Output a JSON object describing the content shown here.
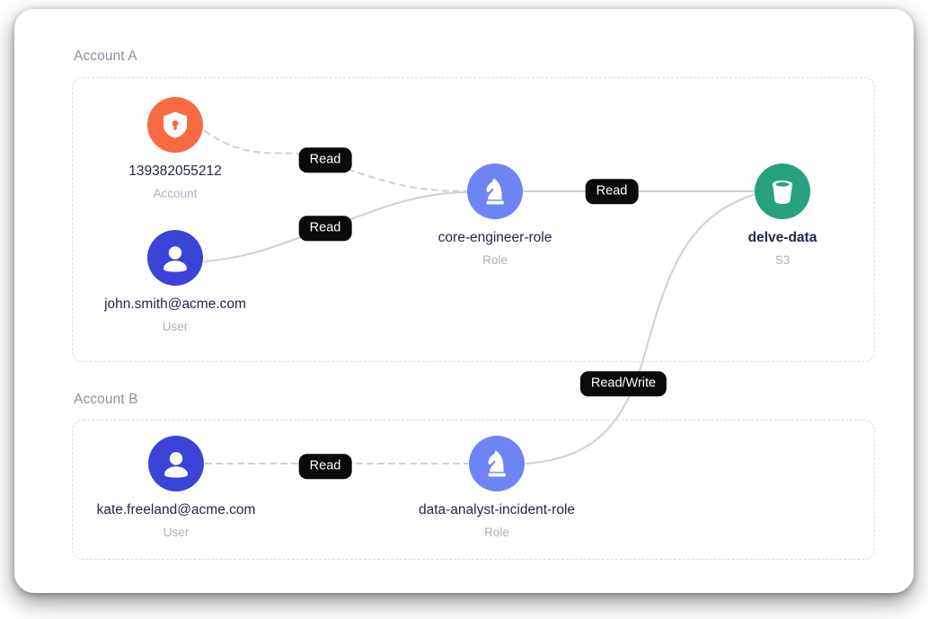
{
  "diagram": {
    "groups": [
      {
        "id": "account-a",
        "title": "Account A"
      },
      {
        "id": "account-b",
        "title": "Account B"
      }
    ],
    "nodes": [
      {
        "id": "account",
        "label": "139382055212",
        "sublabel": "Account",
        "icon": "shield-lock-icon",
        "color": "#f96a42"
      },
      {
        "id": "user-john",
        "label": "john.smith@acme.com",
        "sublabel": "User",
        "icon": "user-icon",
        "color": "#3c43d8"
      },
      {
        "id": "role-core-engineer",
        "label": "core-engineer-role",
        "sublabel": "Role",
        "icon": "knight-chess-icon",
        "color": "#6e84f5"
      },
      {
        "id": "bucket-delve-data",
        "label": "delve-data",
        "sublabel": "S3",
        "icon": "bucket-icon",
        "color": "#27a17e"
      },
      {
        "id": "user-kate",
        "label": "kate.freeland@acme.com",
        "sublabel": "User",
        "icon": "user-icon",
        "color": "#3c43d8"
      },
      {
        "id": "role-data-analyst",
        "label": "data-analyst-incident-role",
        "sublabel": "Role",
        "icon": "knight-chess-icon",
        "color": "#6e84f5"
      }
    ],
    "edges": [
      {
        "id": "account-to-core-role",
        "from": "account",
        "to": "role-core-engineer",
        "style": "dashed",
        "label": "Read"
      },
      {
        "id": "john-to-core-role",
        "from": "user-john",
        "to": "role-core-engineer",
        "style": "solid",
        "label": "Read"
      },
      {
        "id": "core-role-to-bucket",
        "from": "role-core-engineer",
        "to": "bucket-delve-data",
        "style": "solid",
        "label": "Read"
      },
      {
        "id": "kate-to-analyst-role",
        "from": "user-kate",
        "to": "role-data-analyst",
        "style": "dashed",
        "label": "Read"
      },
      {
        "id": "analyst-role-to-bucket",
        "from": "role-data-analyst",
        "to": "bucket-delve-data",
        "style": "solid",
        "label": "Read/Write"
      }
    ],
    "colors": {
      "card_background": "#ffffff",
      "group_border": "#d6dbe7",
      "group_title": "#8a90a3",
      "node_label": "#20274a",
      "node_sublabel": "#aab0c0",
      "edge": "#ccd1dd",
      "badge_background": "#0a0a0a",
      "badge_text": "#ffffff"
    }
  }
}
